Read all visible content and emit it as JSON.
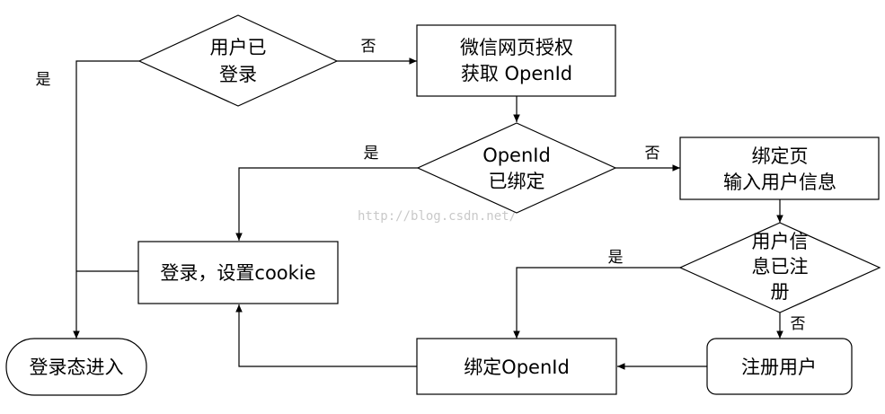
{
  "nodes": {
    "logged_in": {
      "lines": [
        "用户已",
        "登录"
      ]
    },
    "wechat_auth": {
      "lines": [
        "微信网页授权",
        "获取 OpenId"
      ]
    },
    "openid_bound": {
      "lines": [
        "OpenId",
        "已绑定"
      ]
    },
    "bind_page": {
      "lines": [
        "绑定页",
        "输入用户信息"
      ]
    },
    "user_registered": {
      "lines": [
        "用户信",
        "息已注",
        "册"
      ]
    },
    "login_set_cookie": {
      "lines": [
        "登录，设置cookie"
      ]
    },
    "logged_in_state": {
      "lines": [
        "登录态进入"
      ]
    },
    "bind_openid": {
      "lines": [
        "绑定OpenId"
      ]
    },
    "register_user": {
      "lines": [
        "注册用户"
      ]
    }
  },
  "edge_labels": {
    "yes_logged_in": "是",
    "no_logged_in": "否",
    "yes_bound": "是",
    "no_bound": "否",
    "yes_registered": "是",
    "no_registered": "否"
  },
  "watermark": "http://blog.csdn.net/"
}
